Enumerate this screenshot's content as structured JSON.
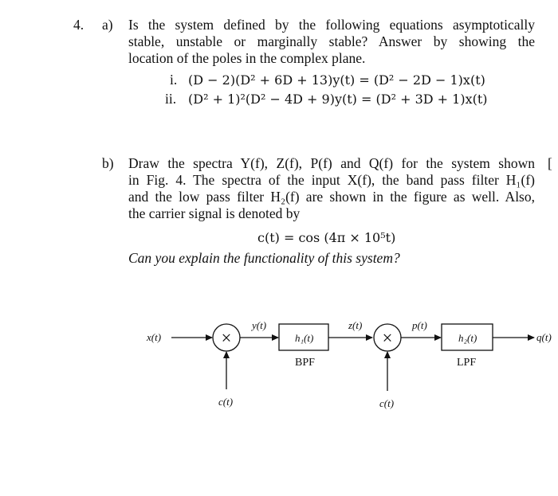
{
  "question": {
    "number": "4.",
    "part_a": {
      "label": "a)",
      "line1": "Is the system defined by the following equations asymptotically",
      "line2": "stable, unstable or marginally stable? Answer by showing the",
      "line3": "location of the poles in the complex plane.",
      "eq1_label": "i.",
      "eq1": "(D − 2)(D² + 6D + 13)y(t) = (D² − 2D − 1)x(t)",
      "eq2_label": "ii.",
      "eq2": "(D² + 1)²(D² − 4D + 9)y(t) = (D² + 3D + 1)x(t)"
    },
    "part_b": {
      "label": "b)",
      "line1": "Draw the spectra Y(f), Z(f), P(f) and Q(f) for the system shown",
      "line2": "in Fig. 4. The spectra of the input X(f), the band pass filter H₁(f)",
      "line3": "and the low pass filter H₂(f) are shown in the figure as well. Also,",
      "line4": "the carrier signal is denoted by",
      "carrier_eq": "c(t) = cos (4π × 10⁵t)",
      "question": "Can you explain the functionality of this system?",
      "margin_fragment": "[",
      "diagram": {
        "input": "x(t)",
        "mixer1_out": "y(t)",
        "filter1": "h₁(t)",
        "filter1_label": "BPF",
        "filter1_out": "z(t)",
        "mixer2_out": "p(t)",
        "filter2": "h₂(t)",
        "filter2_label": "LPF",
        "output": "q(t)",
        "carrier1": "c(t)",
        "carrier2": "c(t)",
        "mixer_symbol": "×"
      }
    }
  }
}
